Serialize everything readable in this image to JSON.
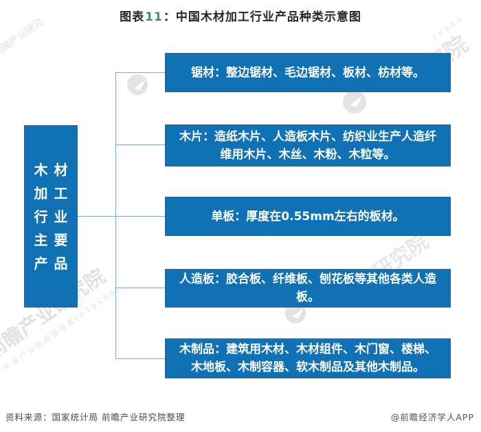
{
  "title": {
    "label": "图表",
    "number": "11",
    "rest": "：中国木材加工行业产品种类示意图"
  },
  "root": {
    "label": "木材加工行业主要产品",
    "rows": [
      "木材",
      "加工",
      "行业",
      "主要",
      "产品"
    ]
  },
  "branches": [
    {
      "name": "锯材",
      "text": "锯材：整边锯材、毛边锯材、板材、枋材等。"
    },
    {
      "name": "木片",
      "text": "木片：造纸木片、人造板木片、纺织业生产人造纤维用木片、木丝、木粉、木粒等。"
    },
    {
      "name": "单板",
      "text": "单板：厚度在0.55mm左右的板材。"
    },
    {
      "name": "人造板",
      "text": "人造板：胶合板、纤维板、刨花板等其他各类人造板。"
    },
    {
      "name": "木制品",
      "text": "木制品：建筑用木材、木材组件、木门窗、楼梯、木地板、木制容器、软木制品及其他木制品。"
    }
  ],
  "footer": {
    "source": "资料来源：国家统计局 前瞻产业研究院整理",
    "brand": "@前瞻经济学人APP"
  },
  "watermark": {
    "fragment_top_left": "前瞻产业研究",
    "fragment_top_right": "研究院",
    "digits": "39599",
    "fragment_mid_right": "业研究院",
    "brand": "前瞻产业研究院",
    "tagline": "中国产业咨询领导者(839599)"
  },
  "icons": {
    "watermark_logo": "paper-plane-in-circle"
  },
  "colors": {
    "node_blue": "#1171b5",
    "node_border": "#29609a",
    "connector": "#7fa9cf",
    "title_text": "#262626",
    "title_number": "#3a8a8a",
    "footer_text": "#4a4a4a",
    "watermark": "#e5e5e5"
  }
}
